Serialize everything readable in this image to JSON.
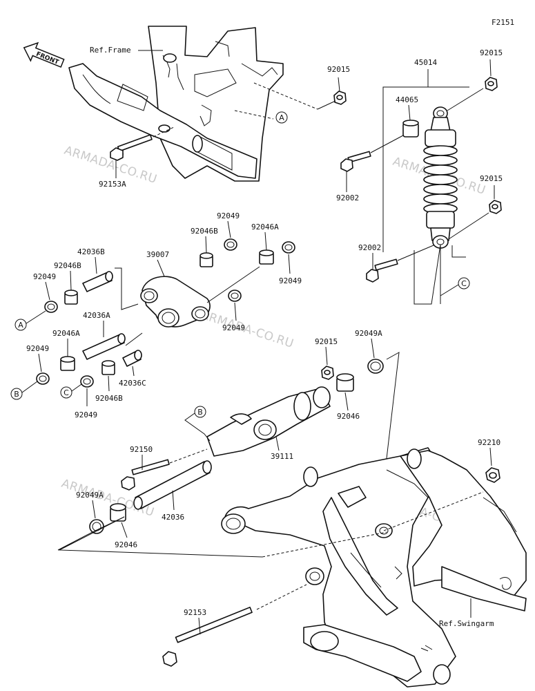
{
  "figure_code": "F2151",
  "watermark": "ARMADA-CO.RU",
  "arrow": {
    "label": "FRONT"
  },
  "references": {
    "frame": "Ref.Frame",
    "swingarm": "Ref.Swingarm"
  },
  "callouts": [
    "A",
    "B",
    "C"
  ],
  "labels": {
    "l92015_top": "92015",
    "l92153A": "92153A",
    "l45014": "45014",
    "l92015_right1": "92015",
    "l44065": "44065",
    "l92002_1": "92002",
    "l92015_right2": "92015",
    "l92002_2": "92002",
    "l92049_a": "92049",
    "l92046B_a": "92046B",
    "l92046A_a": "92046A",
    "l42036B": "42036B",
    "l39007": "39007",
    "l92046B_b": "92046B",
    "l92049_b": "92049",
    "l92049_c": "92049",
    "l42036A": "42036A",
    "l92049_d": "92049",
    "l92046A_b": "92046A",
    "l92049_e": "92049",
    "l92046B_c": "92046B",
    "l42036C": "42036C",
    "l92049_f": "92049",
    "l92015_mid": "92015",
    "l92049A_1": "92049A",
    "l92046_1": "92046",
    "l39111": "39111",
    "l92150": "92150",
    "l92049A_2": "92049A",
    "l42036": "42036",
    "l92046_2": "92046",
    "l92210": "92210",
    "l92153": "92153"
  }
}
